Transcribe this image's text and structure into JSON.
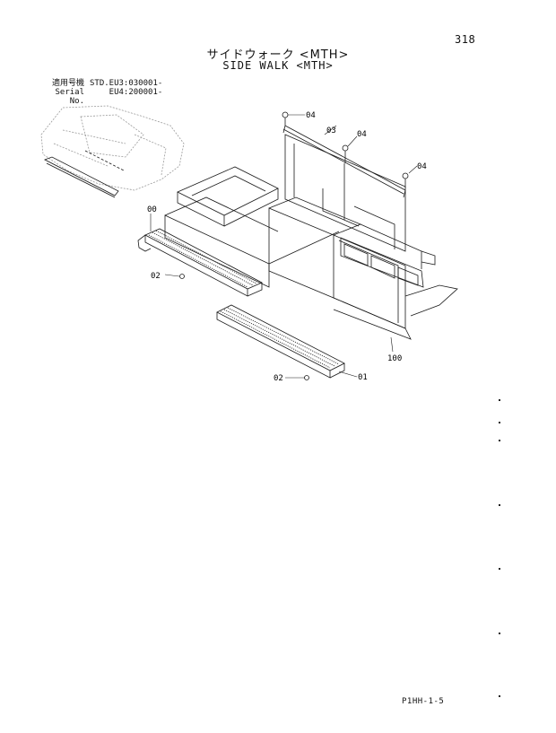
{
  "page": {
    "number": "318",
    "footer_code": "P1HH-1-5"
  },
  "title": {
    "jp": "サイドウォーク <MTH>",
    "en": "SIDE WALK <MTH>"
  },
  "serial_block": [
    {
      "label": "適用号機",
      "value": "STD.EU3:030001-"
    },
    {
      "label": "Serial No.",
      "value": "    EU4:200001-"
    }
  ],
  "callouts": {
    "c04a": "04",
    "c03": "03",
    "c04b": "04",
    "c04c": "04",
    "c00": "00",
    "c02a": "02",
    "c100": "100",
    "c02b": "02",
    "c01": "01"
  }
}
